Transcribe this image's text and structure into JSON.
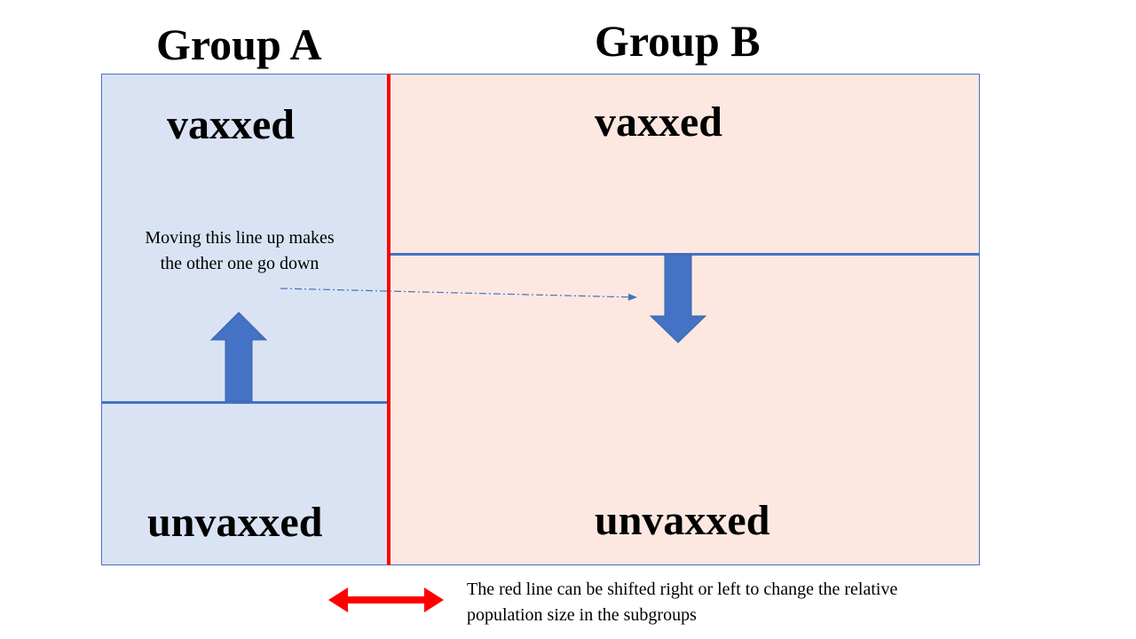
{
  "groups": {
    "a": {
      "title": "Group A",
      "top_label": "vaxxed",
      "bottom_label": "unvaxxed"
    },
    "b": {
      "title": "Group B",
      "top_label": "vaxxed",
      "bottom_label": "unvaxxed"
    }
  },
  "note": "Moving this line up makes the other one go down",
  "caption": "The red line can be shifted right or left to change the relative population size in the subgroups",
  "colors": {
    "group_a_fill": "#dae3f3",
    "group_b_fill": "#fce8e0",
    "border": "#4472c4",
    "arrow": "#4472c4",
    "divider": "#ff0000"
  },
  "icons": {
    "up_arrow": "up-arrow-icon",
    "down_arrow": "down-arrow-icon",
    "horizontal_double_arrow": "left-right-arrow-icon",
    "dashed_pointer": "dashed-arrow-icon"
  }
}
